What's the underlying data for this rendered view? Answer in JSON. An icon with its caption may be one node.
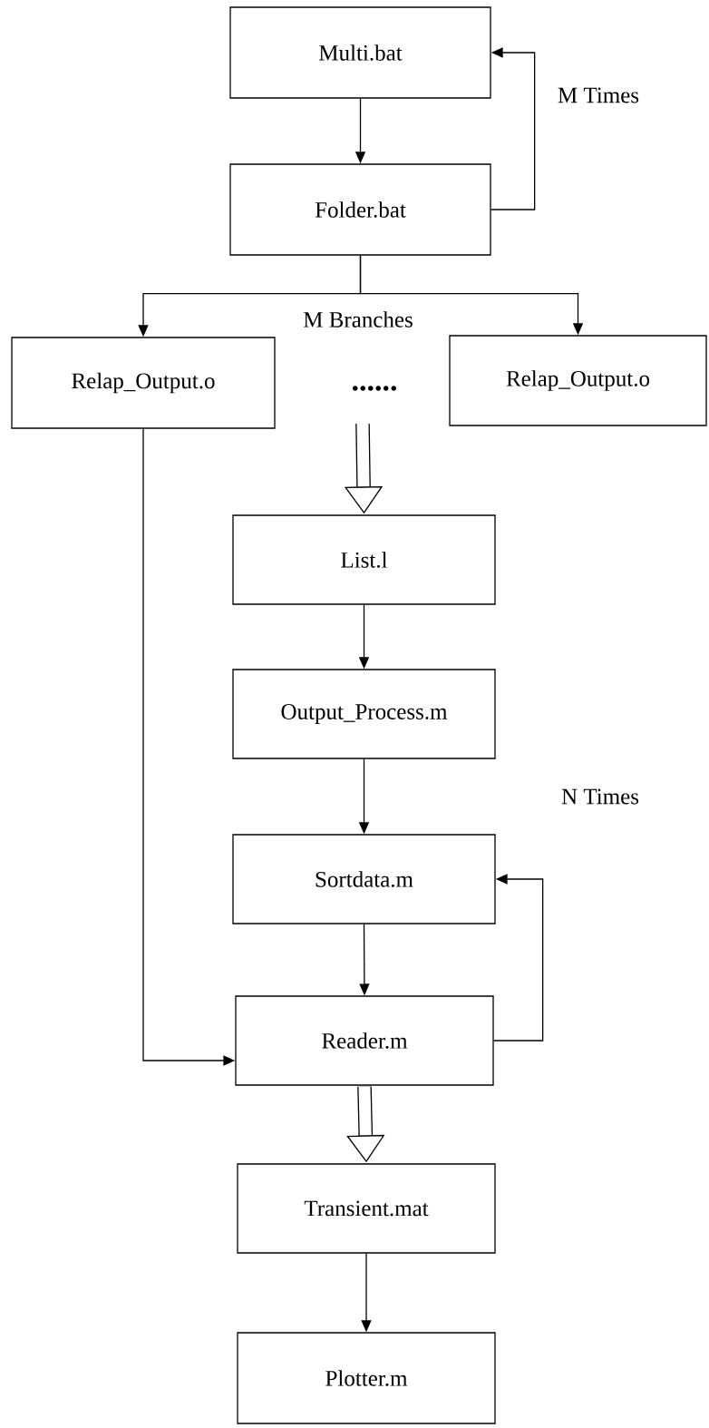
{
  "diagram": {
    "nodes": [
      {
        "text": [
          "Multi.bat"
        ]
      },
      {
        "text": [
          "Folder.bat"
        ]
      },
      {
        "text": [
          "Relap_Output.o"
        ]
      },
      {
        "text": [
          "Relap_Output.o"
        ]
      },
      {
        "text": [
          "List.l"
        ]
      },
      {
        "text": [
          "Output_Process.m"
        ]
      },
      {
        "text": [
          "Sortdata.m"
        ]
      },
      {
        "text": [
          "Reader.m"
        ]
      },
      {
        "text": [
          "Transient.mat"
        ]
      },
      {
        "text": [
          "Plotter.m"
        ]
      }
    ],
    "edges": [
      {
        "from": 0,
        "to": 1,
        "arrow": "to"
      },
      {
        "from": 1,
        "to": 0,
        "arrow": "to"
      },
      {
        "from": 1,
        "to": 2,
        "arrow": "to"
      },
      {
        "from": 1,
        "to": 3,
        "arrow": "to"
      },
      {
        "from": null,
        "to": 4,
        "arrow": "to",
        "style": "thick"
      },
      {
        "from": 4,
        "to": 5,
        "arrow": "to"
      },
      {
        "from": 5,
        "to": 6,
        "arrow": "to"
      },
      {
        "from": 6,
        "to": 7,
        "arrow": "to"
      },
      {
        "from": 7,
        "to": 6,
        "arrow": "to"
      },
      {
        "from": 2,
        "to": 7,
        "arrow": "to"
      },
      {
        "from": 7,
        "to": 8,
        "arrow": "to",
        "style": "thick"
      },
      {
        "from": 8,
        "to": 9,
        "arrow": "to"
      }
    ],
    "labels": [
      "M Times",
      "M Branches",
      "......",
      "N Times"
    ]
  }
}
